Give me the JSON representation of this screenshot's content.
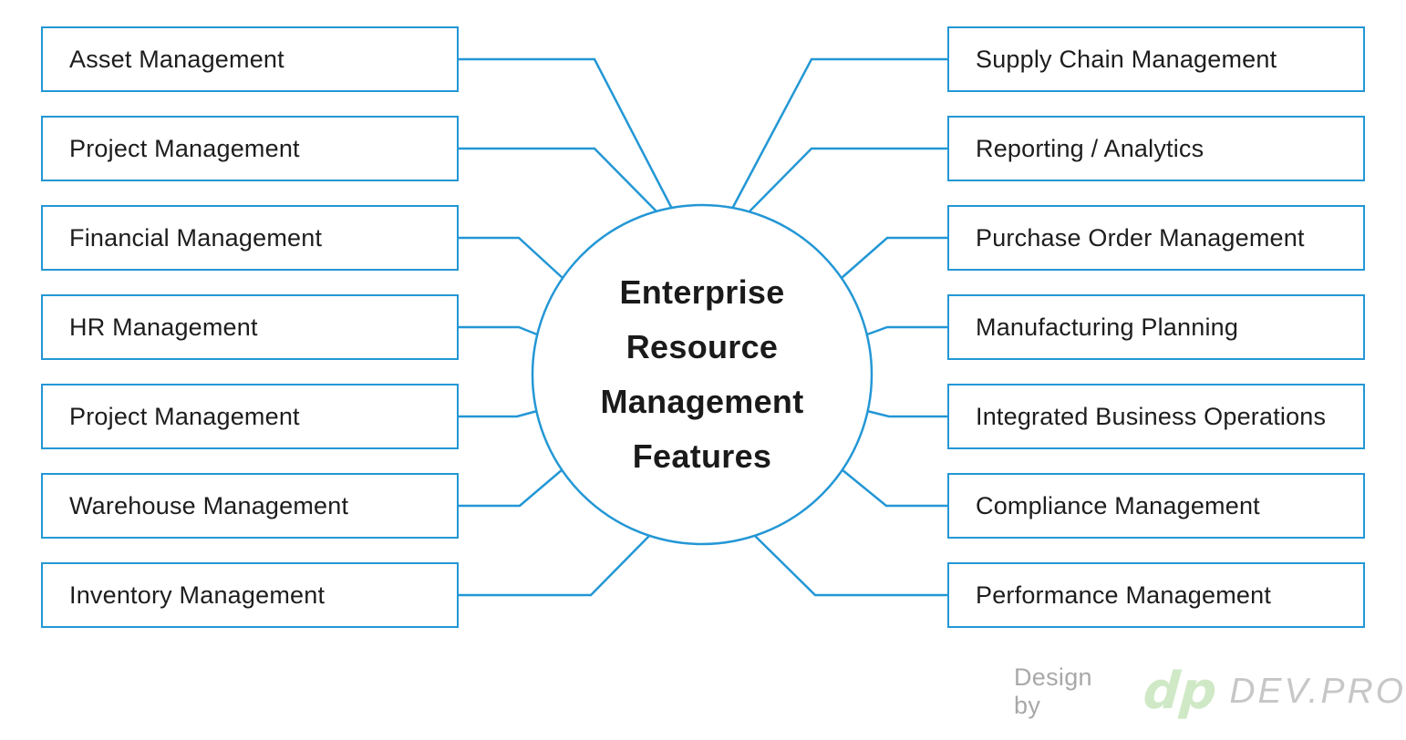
{
  "center": {
    "title_lines": [
      "Enterprise",
      "Resource",
      "Management",
      "Features"
    ]
  },
  "left_nodes": [
    {
      "label": "Asset Management"
    },
    {
      "label": "Project Management"
    },
    {
      "label": "Financial Management"
    },
    {
      "label": "HR Management"
    },
    {
      "label": "Project Management"
    },
    {
      "label": "Warehouse Management"
    },
    {
      "label": "Inventory Management"
    }
  ],
  "right_nodes": [
    {
      "label": "Supply Chain Management"
    },
    {
      "label": "Reporting / Analytics"
    },
    {
      "label": "Purchase Order Management"
    },
    {
      "label": "Manufacturing Planning"
    },
    {
      "label": "Integrated Business Operations"
    },
    {
      "label": "Compliance Management"
    },
    {
      "label": "Performance Management"
    }
  ],
  "footer": {
    "credit_text": "Design by",
    "logo_glyph": "dp",
    "brand_name": "DEV.PRO"
  },
  "colors": {
    "accent_blue": "#2397d5",
    "text_dark": "#1d1d1d",
    "logo_green": "#cfe9c6",
    "credit_gray": "#a8a8a8",
    "brand_gray": "#c7c7c7"
  }
}
